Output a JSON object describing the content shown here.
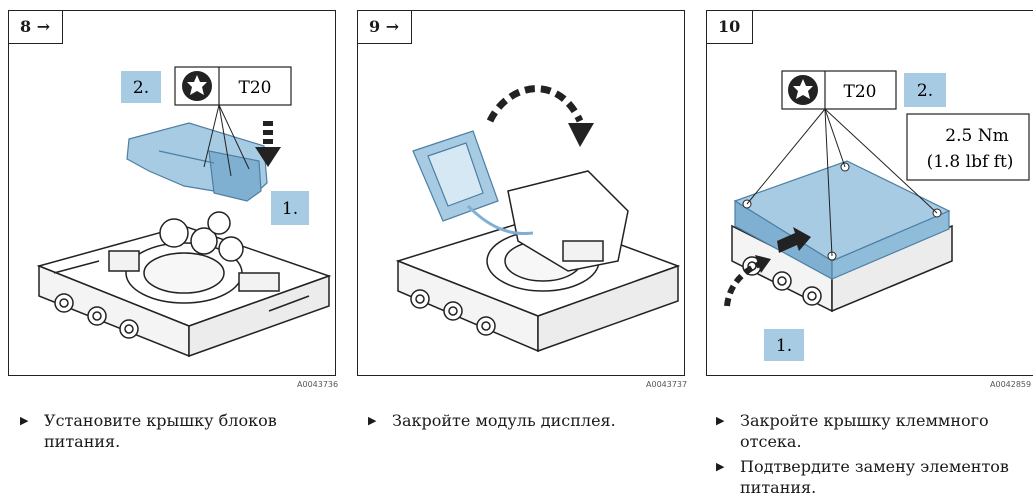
{
  "steps": [
    {
      "number": "8 →",
      "torx_label": "T20",
      "callout_1": "1.",
      "callout_2": "2.",
      "ref_code": "A0043736",
      "captions": [
        "Установите крышку блоков питания."
      ]
    },
    {
      "number": "9 →",
      "ref_code": "A0043737",
      "captions": [
        "Закройте модуль дисплея."
      ]
    },
    {
      "number": "10",
      "torx_label": "T20",
      "callout_1": "1.",
      "callout_2": "2.",
      "torque_line1": "2.5 Nm",
      "torque_line2": "(1.8 lbf ft)",
      "ref_code": "A0042859",
      "captions": [
        "Закройте крышку клеммного отсека.",
        "Подтвердите замену элементов питания."
      ]
    }
  ],
  "colors": {
    "accent_blue": "#a7cbe3",
    "accent_blue_dark": "#7fb0d1",
    "line": "#222222"
  },
  "icons": [
    "torx-icon",
    "arrow-right-icon",
    "bullet-triangle-icon",
    "curved-arrow-icon"
  ]
}
